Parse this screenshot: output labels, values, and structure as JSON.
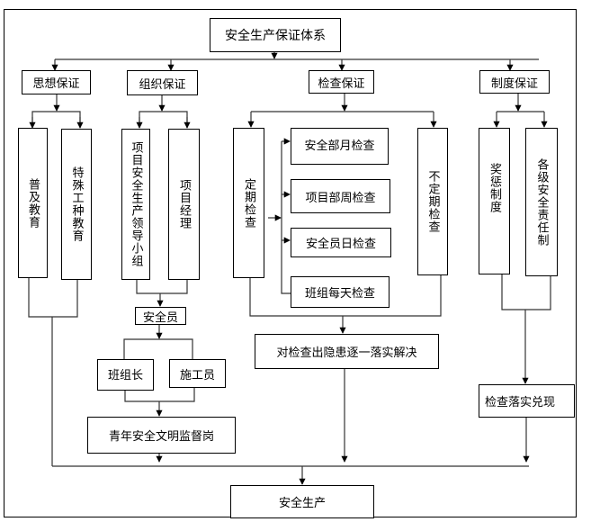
{
  "title": "安全生产保证体系",
  "categories": {
    "thought": "思想保证",
    "organization": "组织保证",
    "inspection": "检查保证",
    "system": "制度保证"
  },
  "thought_items": [
    "普及教育",
    "特殊工种教育"
  ],
  "organization_items": [
    "项目安全生产领导小组",
    "项目经理"
  ],
  "safety_officer": "安全员",
  "organization_sub": [
    "班组长",
    "施工员"
  ],
  "youth_post": "青年安全文明监督岗",
  "inspection_items": {
    "regular": "定期检查",
    "irregular": "不定期检查",
    "regular_sub": [
      "安全部月检查",
      "项目部周检查",
      "安全员日检查",
      "班组每天检查"
    ],
    "resolve": "对检查出隐患逐一落实解决"
  },
  "system_items": [
    "奖惩制度",
    "各级安全责任制"
  ],
  "system_result": "检查落实兑现",
  "final": "安全生产"
}
